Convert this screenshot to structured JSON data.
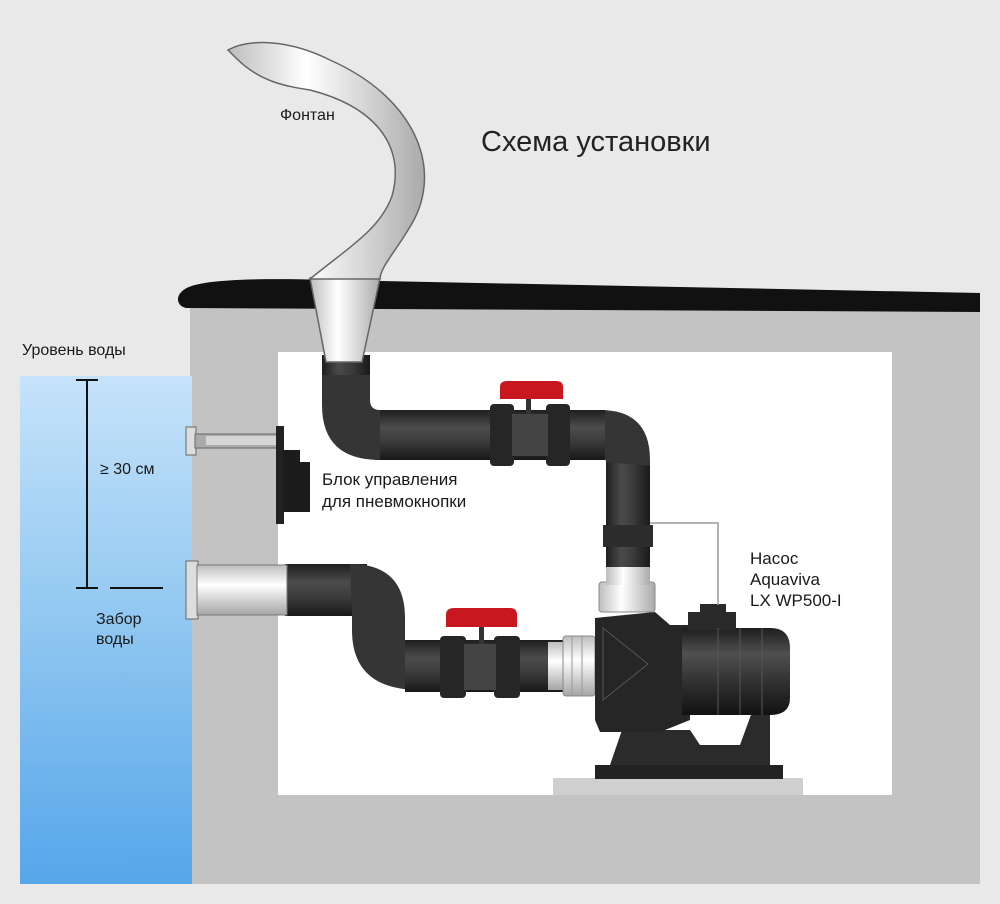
{
  "diagram": {
    "title": "Схема установки",
    "fountain_label": "Фонтан",
    "water_level_label": "Уровень воды",
    "depth_label": "≥ 30 см",
    "intake_label_line1": "Забор",
    "intake_label_line2": "воды",
    "control_label_line1": "Блок управления",
    "control_label_line2": "для пневмокнопки",
    "pump_label_line1": "Насос",
    "pump_label_line2": "Aquaviva",
    "pump_label_line3": "LX WP500-I"
  },
  "colors": {
    "background": "#e9e9e9",
    "water": "#8fc6f1",
    "pool_wall": "#c3c3c3",
    "niche": "#ffffff",
    "pipe": "#3a3a3a",
    "valve_handle": "#c8171e",
    "coping": "#111111"
  },
  "icons": [
    "fountain-nozzle-icon",
    "ball-valve-icon",
    "pump-motor-icon",
    "pneumatic-button-icon",
    "intake-fitting-icon"
  ]
}
